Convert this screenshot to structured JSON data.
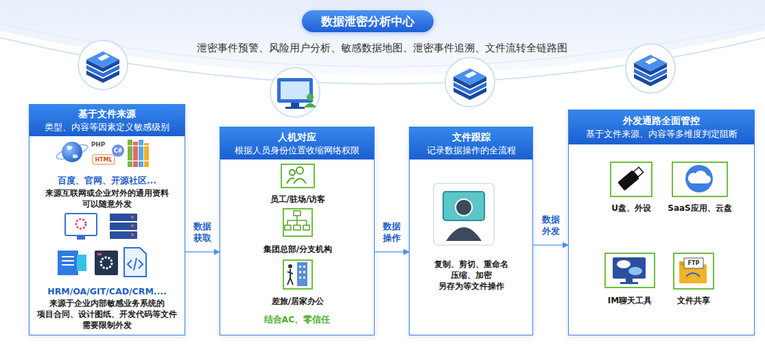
{
  "diagram": {
    "title": "数据泄密分析中心",
    "nodes": [
      {
        "text": [
          "基于文件来源 类型、内容等因素定义敏感级别",
          "百度、官网、开源社区...",
          "来源互联网或企业对外的通用资料 可以随意外发",
          "HRM/OA/GIT/CAD/CRM....",
          "来源于企业内部敏感业务系统的 项目合同、设计图纸、开发代码等文件 需要限制外发"
        ]
      },
      {
        "text": [
          "人机对应 根据人员身份位置收缩网络权限",
          "结合AC、零信任"
        ]
      },
      {
        "text": [
          "员工/驻场/访客"
        ],
        "in": 1
      },
      {
        "text": [
          "集团总部/分支机构"
        ],
        "in": 1
      },
      {
        "text": [
          "差旅/居家办公"
        ],
        "in": 1
      },
      {
        "text": [
          "文件跟踪 记录数据操作的全流程",
          "复制、剪切、重命名 压缩、加密 另存为等文件操作"
        ]
      },
      {
        "text": [
          "外发通路全面管控 基于文件来源、内容等多维度判定阻断"
        ]
      },
      {
        "text": [
          "U盘、外设"
        ],
        "in": 6
      },
      {
        "text": [
          "SaaS应用、云盘"
        ],
        "in": 6
      },
      {
        "text": [
          "IM聊天工具"
        ],
        "in": 6
      },
      {
        "text": [
          "文件共享"
        ],
        "in": 6
      }
    ],
    "edges": [
      {
        "from": 0,
        "to": 1,
        "arrow": "to",
        "label": "数据 获取"
      },
      {
        "from": 1,
        "to": 5,
        "arrow": "to",
        "label": "数据 操作"
      },
      {
        "from": 5,
        "to": 6,
        "arrow": "to",
        "label": "数据 外发"
      }
    ],
    "labels": [
      "泄密事件预警、风险用户分析、敏感数据地图、泄密事件追溯、文件流转全链路图",
      "PHP",
      "C#",
      "HTML",
      "FTP"
    ]
  }
}
